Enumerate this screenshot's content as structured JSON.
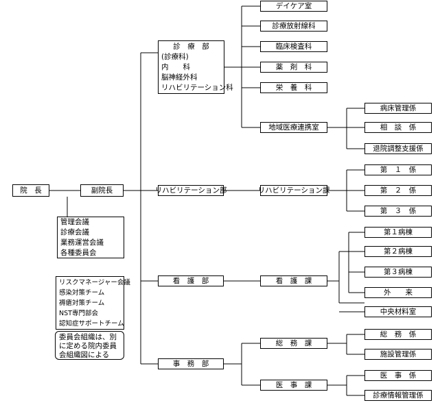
{
  "director": "院　長",
  "vice_director": "副院長",
  "committees": [
    "管理会議",
    "診療会議",
    "業務運営会議",
    "各種委員会"
  ],
  "teams": [
    "リスクマネージャー会議",
    "感染対策チーム",
    "褥瘡対策チーム",
    "NST専門部会",
    "認知症サポートチーム"
  ],
  "note_lines": [
    "委員会組織は、別",
    "に定める院内委員",
    "会組織図による"
  ],
  "clinical": {
    "title": "診　療　部",
    "lines": [
      "(診療科)",
      "内　　科",
      "脳神経外科",
      "リハビリテーション科"
    ],
    "units": [
      "デイケア室",
      "診療放射線科",
      "臨床検査科",
      "薬　剤　科",
      "栄　養　科",
      "地域医療連携室"
    ],
    "liaison_units": [
      "病床管理係",
      "相　談　係",
      "退院調整支援係"
    ]
  },
  "rehab": {
    "dept": "リハビリテーション部",
    "section": "リハビリテーション課",
    "units": [
      "第　１　係",
      "第　２　係",
      "第　３　係"
    ]
  },
  "nursing": {
    "dept": "看　護　部",
    "section": "看　護　課",
    "units": [
      "第１病棟",
      "第２病棟",
      "第３病棟",
      "外　　来",
      "中央材料室"
    ]
  },
  "admin": {
    "dept": "事　務　部",
    "general_section": "総　務　課",
    "general_units": [
      "総　務　係",
      "施設管理係"
    ],
    "medical_section": "医　事　課",
    "medical_units": [
      "医　事　係",
      "診療情報管理係"
    ]
  }
}
